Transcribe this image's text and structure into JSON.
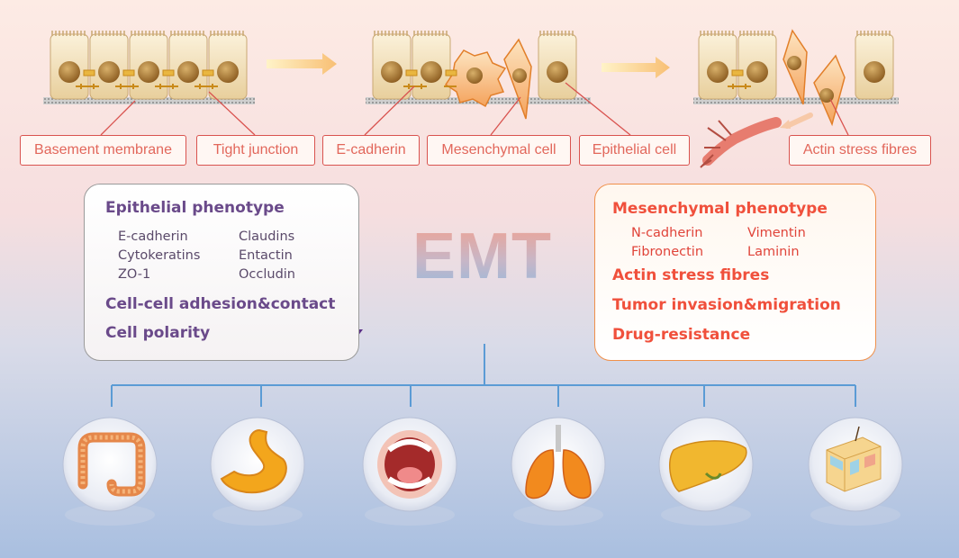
{
  "labels": {
    "basement_membrane": "Basement membrane",
    "tight_junction": "Tight junction",
    "e_cadherin": "E-cadherin",
    "mesenchymal_cell": "Mesenchymal cell",
    "epithelial_cell": "Epithelial cell",
    "actin_stress_fibres": "Actin stress fibres"
  },
  "epithelial": {
    "title": "Epithelial phenotype",
    "markers_left": [
      "E-cadherin",
      "Cytokeratins",
      "ZO-1"
    ],
    "markers_right": [
      "Claudins",
      "Entactin",
      "Occludin"
    ],
    "feature_1": "Cell-cell adhesion&contact",
    "feature_2": "Cell polarity"
  },
  "center": {
    "title": "EMT"
  },
  "mesenchymal": {
    "title": "Mesenchymal phenotype",
    "markers_left": [
      "N-cadherin",
      "Fibronectin"
    ],
    "markers_right": [
      "Vimentin",
      "Laminin"
    ],
    "feature_1": "Actin stress fibres",
    "feature_2": "Tumor invasion&migration",
    "feature_3": "Drug-resistance"
  },
  "organs": [
    "colon-icon",
    "stomach-icon",
    "mouth-icon",
    "lung-icon",
    "liver-icon",
    "skin-icon"
  ],
  "colors": {
    "label_border": "#d9534f",
    "epithelial_text": "#6a4a8a",
    "mesenchymal_text": "#f0503c",
    "tree_line": "#5b9bd5"
  }
}
